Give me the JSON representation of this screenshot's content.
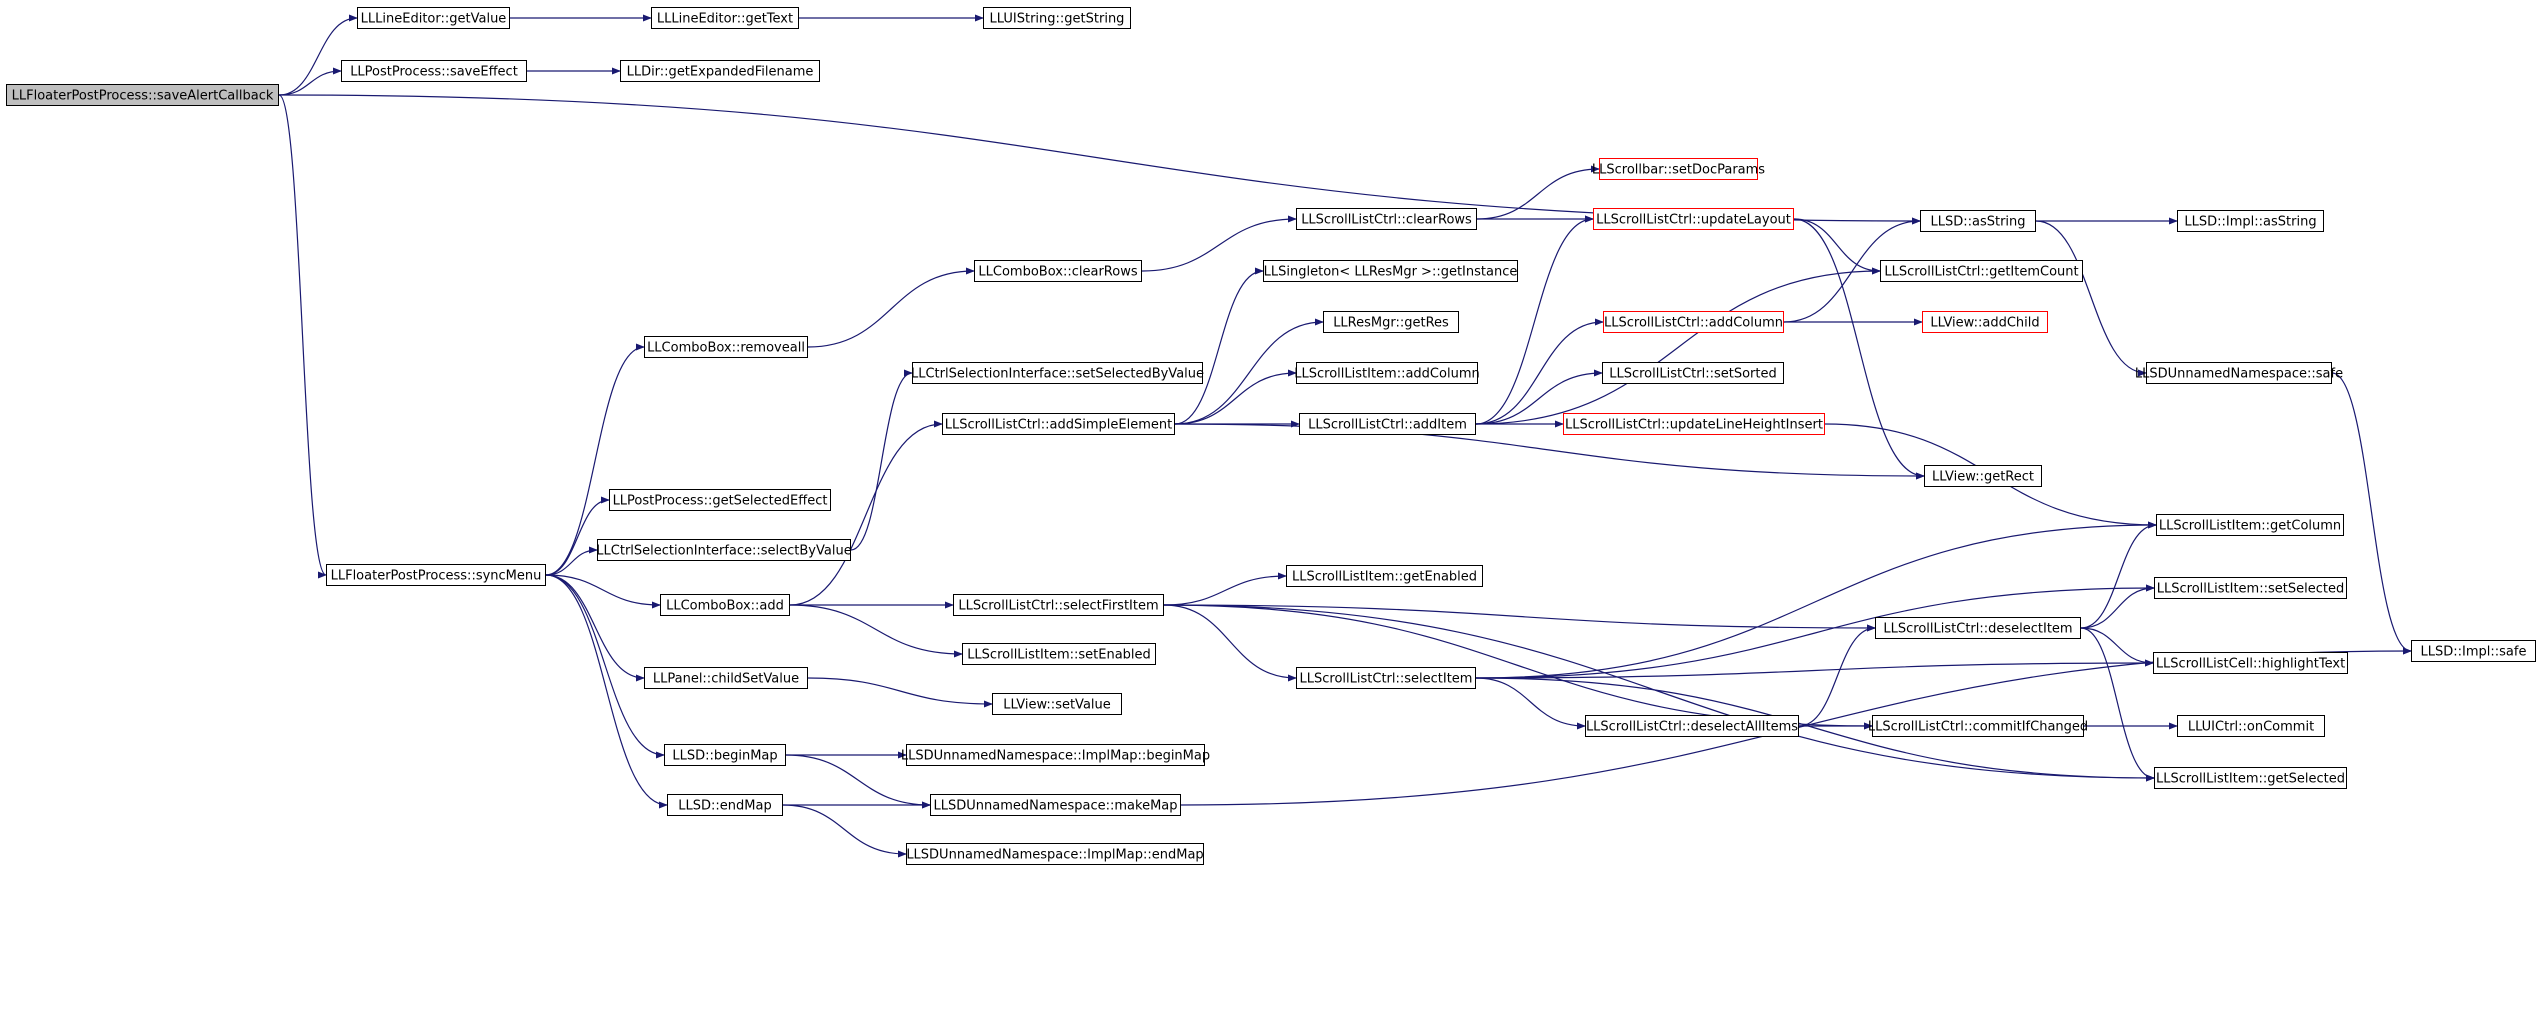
{
  "colors": {
    "edge": "#191970",
    "node_border": "#000000",
    "highlight_border": "#ff0000",
    "root_fill": "#bfbfbf",
    "node_fill": "#ffffff"
  },
  "nodes": [
    {
      "id": "saveAlert",
      "label": "LLFloaterPostProcess::saveAlertCallback",
      "style": "root"
    },
    {
      "id": "leGetValue",
      "label": "LLLineEditor::getValue",
      "style": "normal"
    },
    {
      "id": "leGetText",
      "label": "LLLineEditor::getText",
      "style": "normal"
    },
    {
      "id": "uiGetString",
      "label": "LLUIString::getString",
      "style": "normal"
    },
    {
      "id": "ppSaveEffect",
      "label": "LLPostProcess::saveEffect",
      "style": "normal"
    },
    {
      "id": "dirExpanded",
      "label": "LLDir::getExpandedFilename",
      "style": "normal"
    },
    {
      "id": "sbSetDoc",
      "label": "LLScrollbar::setDocParams",
      "style": "red"
    },
    {
      "id": "slcClearRows",
      "label": "LLScrollListCtrl::clearRows",
      "style": "normal"
    },
    {
      "id": "slcUpdateLayout",
      "label": "LLScrollListCtrl::updateLayout",
      "style": "red"
    },
    {
      "id": "llsdAsString",
      "label": "LLSD::asString",
      "style": "normal"
    },
    {
      "id": "implAsString",
      "label": "LLSD::Impl::asString",
      "style": "normal"
    },
    {
      "id": "cbClearRows",
      "label": "LLComboBox::clearRows",
      "style": "normal"
    },
    {
      "id": "singleton",
      "label": "LLSingleton< LLResMgr >::getInstance",
      "style": "normal"
    },
    {
      "id": "slcItemCount",
      "label": "LLScrollListCtrl::getItemCount",
      "style": "normal"
    },
    {
      "id": "resGetRes",
      "label": "LLResMgr::getRes",
      "style": "normal"
    },
    {
      "id": "cbRemoveall",
      "label": "LLComboBox::removeall",
      "style": "normal"
    },
    {
      "id": "slcAddColumn",
      "label": "LLScrollListCtrl::addColumn",
      "style": "red"
    },
    {
      "id": "viewAddChild",
      "label": "LLView::addChild",
      "style": "red"
    },
    {
      "id": "csiSetSelected",
      "label": "LLCtrlSelectionInterface::setSelectedByValue",
      "style": "normal"
    },
    {
      "id": "sliAddColumn",
      "label": "LLScrollListItem::addColumn",
      "style": "normal"
    },
    {
      "id": "slcSetSorted",
      "label": "LLScrollListCtrl::setSorted",
      "style": "normal"
    },
    {
      "id": "safeNs",
      "label": "LLSDUnnamedNamespace::safe",
      "style": "normal"
    },
    {
      "id": "slcAddSimple",
      "label": "LLScrollListCtrl::addSimpleElement",
      "style": "normal"
    },
    {
      "id": "slcAddItem",
      "label": "LLScrollListCtrl::addItem",
      "style": "normal"
    },
    {
      "id": "slcUpdateLH",
      "label": "LLScrollListCtrl::updateLineHeightInsert",
      "style": "red"
    },
    {
      "id": "viewGetRect",
      "label": "LLView::getRect",
      "style": "normal"
    },
    {
      "id": "ppGetSelEffect",
      "label": "LLPostProcess::getSelectedEffect",
      "style": "normal"
    },
    {
      "id": "sliGetColumn",
      "label": "LLScrollListItem::getColumn",
      "style": "normal"
    },
    {
      "id": "csiSelectByValue",
      "label": "LLCtrlSelectionInterface::selectByValue",
      "style": "normal"
    },
    {
      "id": "fppSyncMenu",
      "label": "LLFloaterPostProcess::syncMenu",
      "style": "normal"
    },
    {
      "id": "sliGetEnabled",
      "label": "LLScrollListItem::getEnabled",
      "style": "normal"
    },
    {
      "id": "sliSetSelected",
      "label": "LLScrollListItem::setSelected",
      "style": "normal"
    },
    {
      "id": "cbAdd",
      "label": "LLComboBox::add",
      "style": "normal"
    },
    {
      "id": "slcSelectFirst",
      "label": "LLScrollListCtrl::selectFirstItem",
      "style": "normal"
    },
    {
      "id": "slcDeselectItem",
      "label": "LLScrollListCtrl::deselectItem",
      "style": "normal"
    },
    {
      "id": "implSafe",
      "label": "LLSD::Impl::safe",
      "style": "normal"
    },
    {
      "id": "sliSetEnabled",
      "label": "LLScrollListItem::setEnabled",
      "style": "normal"
    },
    {
      "id": "slcHighlight",
      "label": "LLScrollListCell::highlightText",
      "style": "normal"
    },
    {
      "id": "panelChildSet",
      "label": "LLPanel::childSetValue",
      "style": "normal"
    },
    {
      "id": "slcSelectItem",
      "label": "LLScrollListCtrl::selectItem",
      "style": "normal"
    },
    {
      "id": "viewSetValue",
      "label": "LLView::setValue",
      "style": "normal"
    },
    {
      "id": "slcDeselectAll",
      "label": "LLScrollListCtrl::deselectAllItems",
      "style": "normal"
    },
    {
      "id": "slcCommitIf",
      "label": "LLScrollListCtrl::commitIfChanged",
      "style": "normal"
    },
    {
      "id": "uictrlOnCommit",
      "label": "LLUICtrl::onCommit",
      "style": "normal"
    },
    {
      "id": "llsdBeginMap",
      "label": "LLSD::beginMap",
      "style": "normal"
    },
    {
      "id": "implMapBegin",
      "label": "LLSDUnnamedNamespace::ImplMap::beginMap",
      "style": "normal"
    },
    {
      "id": "sliGetSelected",
      "label": "LLScrollListItem::getSelected",
      "style": "normal"
    },
    {
      "id": "llsdEndMap",
      "label": "LLSD::endMap",
      "style": "normal"
    },
    {
      "id": "nsMakeMap",
      "label": "LLSDUnnamedNamespace::makeMap",
      "style": "normal"
    },
    {
      "id": "implMapEnd",
      "label": "LLSDUnnamedNamespace::ImplMap::endMap",
      "style": "normal"
    }
  ],
  "edges": [
    [
      "saveAlert",
      "leGetValue"
    ],
    [
      "saveAlert",
      "ppSaveEffect"
    ],
    [
      "saveAlert",
      "llsdAsString"
    ],
    [
      "saveAlert",
      "fppSyncMenu"
    ],
    [
      "leGetValue",
      "leGetText"
    ],
    [
      "leGetText",
      "uiGetString"
    ],
    [
      "ppSaveEffect",
      "dirExpanded"
    ],
    [
      "llsdAsString",
      "implAsString"
    ],
    [
      "llsdAsString",
      "safeNs"
    ],
    [
      "safeNs",
      "implSafe"
    ],
    [
      "fppSyncMenu",
      "cbRemoveall"
    ],
    [
      "fppSyncMenu",
      "ppGetSelEffect"
    ],
    [
      "fppSyncMenu",
      "csiSelectByValue"
    ],
    [
      "fppSyncMenu",
      "cbAdd"
    ],
    [
      "fppSyncMenu",
      "panelChildSet"
    ],
    [
      "fppSyncMenu",
      "llsdBeginMap"
    ],
    [
      "fppSyncMenu",
      "llsdEndMap"
    ],
    [
      "cbRemoveall",
      "cbClearRows"
    ],
    [
      "cbClearRows",
      "slcClearRows"
    ],
    [
      "slcClearRows",
      "sbSetDoc"
    ],
    [
      "slcClearRows",
      "slcUpdateLayout"
    ],
    [
      "slcUpdateLayout",
      "slcItemCount"
    ],
    [
      "slcUpdateLayout",
      "viewGetRect"
    ],
    [
      "csiSelectByValue",
      "csiSetSelected"
    ],
    [
      "cbAdd",
      "slcAddSimple"
    ],
    [
      "cbAdd",
      "slcSelectFirst"
    ],
    [
      "cbAdd",
      "sliSetEnabled"
    ],
    [
      "slcAddSimple",
      "singleton"
    ],
    [
      "slcAddSimple",
      "resGetRes"
    ],
    [
      "slcAddSimple",
      "sliAddColumn"
    ],
    [
      "slcAddSimple",
      "slcAddItem"
    ],
    [
      "slcAddSimple",
      "viewGetRect"
    ],
    [
      "slcAddItem",
      "slcUpdateLayout"
    ],
    [
      "slcAddItem",
      "slcItemCount"
    ],
    [
      "slcAddItem",
      "slcAddColumn"
    ],
    [
      "slcAddItem",
      "slcSetSorted"
    ],
    [
      "slcAddItem",
      "slcUpdateLH"
    ],
    [
      "slcAddColumn",
      "llsdAsString"
    ],
    [
      "slcAddColumn",
      "viewAddChild"
    ],
    [
      "slcUpdateLH",
      "sliGetColumn"
    ],
    [
      "slcSelectFirst",
      "sliGetEnabled"
    ],
    [
      "slcSelectFirst",
      "slcDeselectItem"
    ],
    [
      "slcSelectFirst",
      "slcSelectItem"
    ],
    [
      "slcSelectFirst",
      "slcCommitIf"
    ],
    [
      "slcSelectFirst",
      "sliGetSelected"
    ],
    [
      "slcSelectItem",
      "sliGetColumn"
    ],
    [
      "slcSelectItem",
      "sliSetSelected"
    ],
    [
      "slcSelectItem",
      "slcHighlight"
    ],
    [
      "slcSelectItem",
      "slcDeselectAll"
    ],
    [
      "slcSelectItem",
      "sliGetSelected"
    ],
    [
      "slcDeselectItem",
      "sliGetColumn"
    ],
    [
      "slcDeselectItem",
      "sliSetSelected"
    ],
    [
      "slcDeselectItem",
      "slcHighlight"
    ],
    [
      "slcDeselectItem",
      "sliGetSelected"
    ],
    [
      "slcDeselectAll",
      "slcDeselectItem"
    ],
    [
      "slcDeselectAll",
      "slcCommitIf"
    ],
    [
      "slcCommitIf",
      "uictrlOnCommit"
    ],
    [
      "panelChildSet",
      "viewSetValue"
    ],
    [
      "llsdBeginMap",
      "implMapBegin"
    ],
    [
      "llsdBeginMap",
      "nsMakeMap"
    ],
    [
      "llsdEndMap",
      "nsMakeMap"
    ],
    [
      "llsdEndMap",
      "implMapEnd"
    ],
    [
      "nsMakeMap",
      "implSafe"
    ]
  ]
}
